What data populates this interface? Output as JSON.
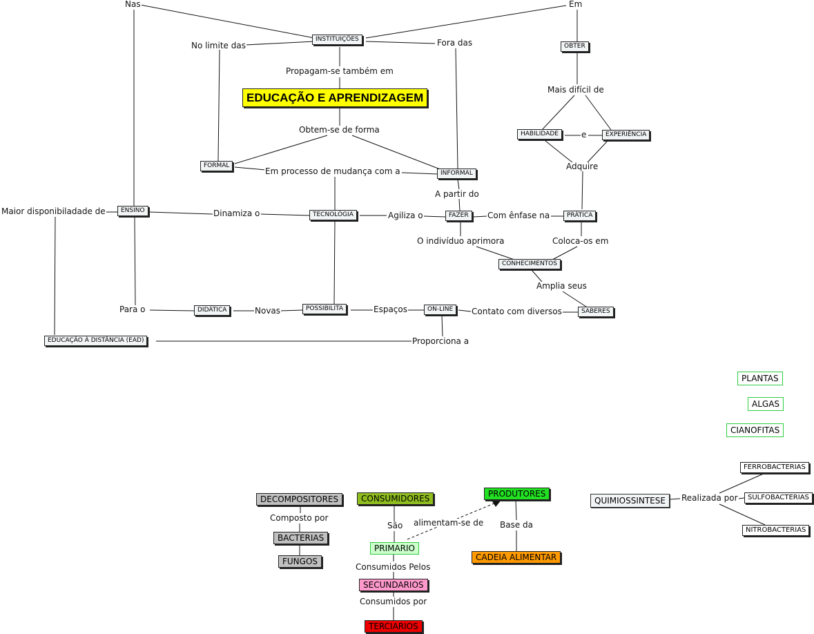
{
  "title": "EDUCAÇÃO E APRENDIZAGEM",
  "concepts": {
    "instituicoes": "INSTITUIÇÕES",
    "obter": "OBTER",
    "formal": "FORMAL",
    "informal": "INFORMAL",
    "habilidade": "HABILIDADE",
    "experiencia": "EXPERIÊNCIA",
    "ensino": "ENSINO",
    "tecnologia": "TECNOLÓGIA",
    "fazer": "FAZER",
    "pratica": "PRÁTICA",
    "conhecimentos": "CONHECIMENTOS",
    "didatica": "DIDÁTICA",
    "possibilita": "POSSIBILITA",
    "online": "ON-LINE",
    "saberes": "SABERES",
    "ead": "EDUCAÇÃO À DISTÂNCIA (EAD)"
  },
  "links": {
    "nas": "Nas",
    "em": "Em",
    "no_limite_das": "No limite das",
    "fora_das": "Fora das",
    "propagam": "Propagam-se também em",
    "mais_dificil": "Mais difícil de",
    "obtem": "Obtem-se de forma",
    "e": "e",
    "em_processo": "Em processo de mudança com a",
    "adquire": "Adquire",
    "a_partir_do": "A partir do",
    "maior_disp": "Maior disponibiladade de",
    "dinamiza": "Dinamiza o",
    "agiliza": "Agiliza o",
    "com_enfase": "Com ênfase na",
    "o_individuo": "O indivíduo aprimora",
    "coloca_os": "Coloca-os em",
    "amplia": "Amplia seus",
    "para_o": "Para o",
    "novas": "Novas",
    "espacos": "Espaços",
    "contato": "Contato com diversos",
    "proporciona": "Proporciona a"
  },
  "eco": {
    "plantas": "PLANTAS",
    "algas": "ALGAS",
    "cianofitas": "CIANOFITAS",
    "ferrobacterias": "FERROBACTERIAS",
    "sulfobacterias": "SULFOBACTERIAS",
    "nitrobacterias": "NITROBACTERIAS",
    "quimiossintese": "QUIMIOSSINTESE",
    "realizada_por": "Realizada por",
    "decompositores": "DECOMPOSITORES",
    "composto_por": "Composto por",
    "bacterias": "BACTERIAS",
    "fungos": "FUNGOS",
    "consumidores": "CONSUMIDORES",
    "sao": "São",
    "primario": "PRIMARIO",
    "alimentam": "alimentam-se de",
    "produtores": "PRODUTORES",
    "base_da": "Base da",
    "cadeia": "CADEIA ALIMENTAR",
    "consumidos_pelos": "Consumidos Pelos",
    "secundarios": "SECUNDARIOS",
    "consumidos_por": "Consumidos por",
    "terciarios": "TERCIARIOS"
  },
  "colors": {
    "main_fill": "#ffff00",
    "concept_fill": "#f2f5f6",
    "decompositores": "#c0c0c0",
    "consumidores": "#8fbc1e",
    "produtores": "#22e022",
    "primario": "#ccffcc",
    "cadeia": "#ff9900",
    "secundarios": "#ff99cc",
    "terciarios": "#ee0000",
    "green_outline": "#2ecc40"
  }
}
